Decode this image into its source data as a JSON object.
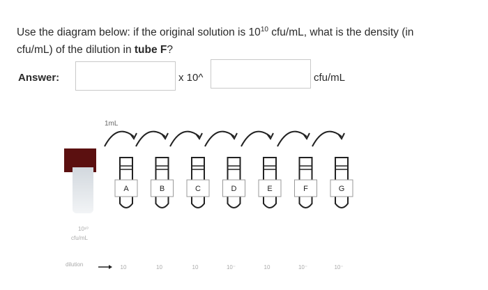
{
  "question": {
    "line1_part1": "Use the diagram below: if the original solution is 10",
    "line1_sup": "10",
    "line1_part2": " cfu/mL, what is the density (in",
    "line2_part1": "cfu/mL) of the dilution in ",
    "line2_bold": "tube F",
    "line2_part2": "?"
  },
  "answer": {
    "label": "Answer:",
    "times": "x 10^",
    "unit": "cfu/mL",
    "field1_value": "",
    "field2_value": ""
  },
  "diagram": {
    "transfer_label": "1mL",
    "stock_label_1": "10¹⁰",
    "stock_label_2": "cfu/mL",
    "dilution_label": "dilution",
    "tubes": [
      "A",
      "B",
      "C",
      "D",
      "E",
      "F",
      "G"
    ],
    "dilution_values": [
      "10",
      "10",
      "10",
      "10⁻",
      "10",
      "10⁻",
      "10⁻"
    ],
    "colors": {
      "tube_outline": "#222222",
      "stock_cap": "#5b1010",
      "faded_text": "#aaaaaa"
    }
  }
}
